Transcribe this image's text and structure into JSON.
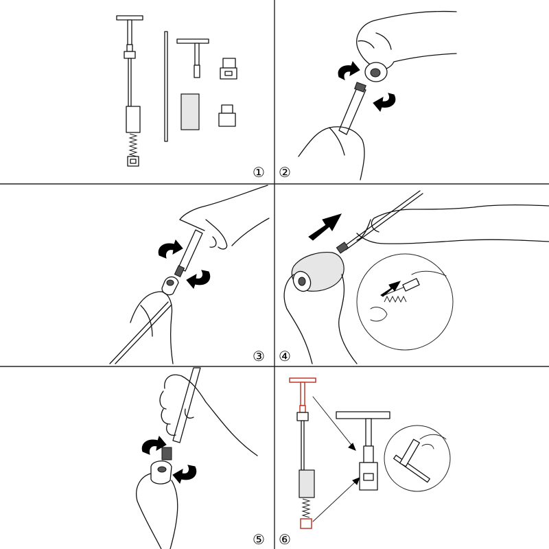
{
  "steps": [
    {
      "id": "1",
      "label": "①"
    },
    {
      "id": "2",
      "label": "②"
    },
    {
      "id": "3",
      "label": "③"
    },
    {
      "id": "4",
      "label": "④"
    },
    {
      "id": "5",
      "label": "⑤"
    },
    {
      "id": "6",
      "label": "⑥"
    }
  ],
  "colors": {
    "line": "#111111",
    "highlight": "#c0392b",
    "arrow": "#000000",
    "background": "#ffffff"
  },
  "icons": [
    "rotate-arrow-icon",
    "push-arrow-icon",
    "pointer-arrow-icon"
  ]
}
